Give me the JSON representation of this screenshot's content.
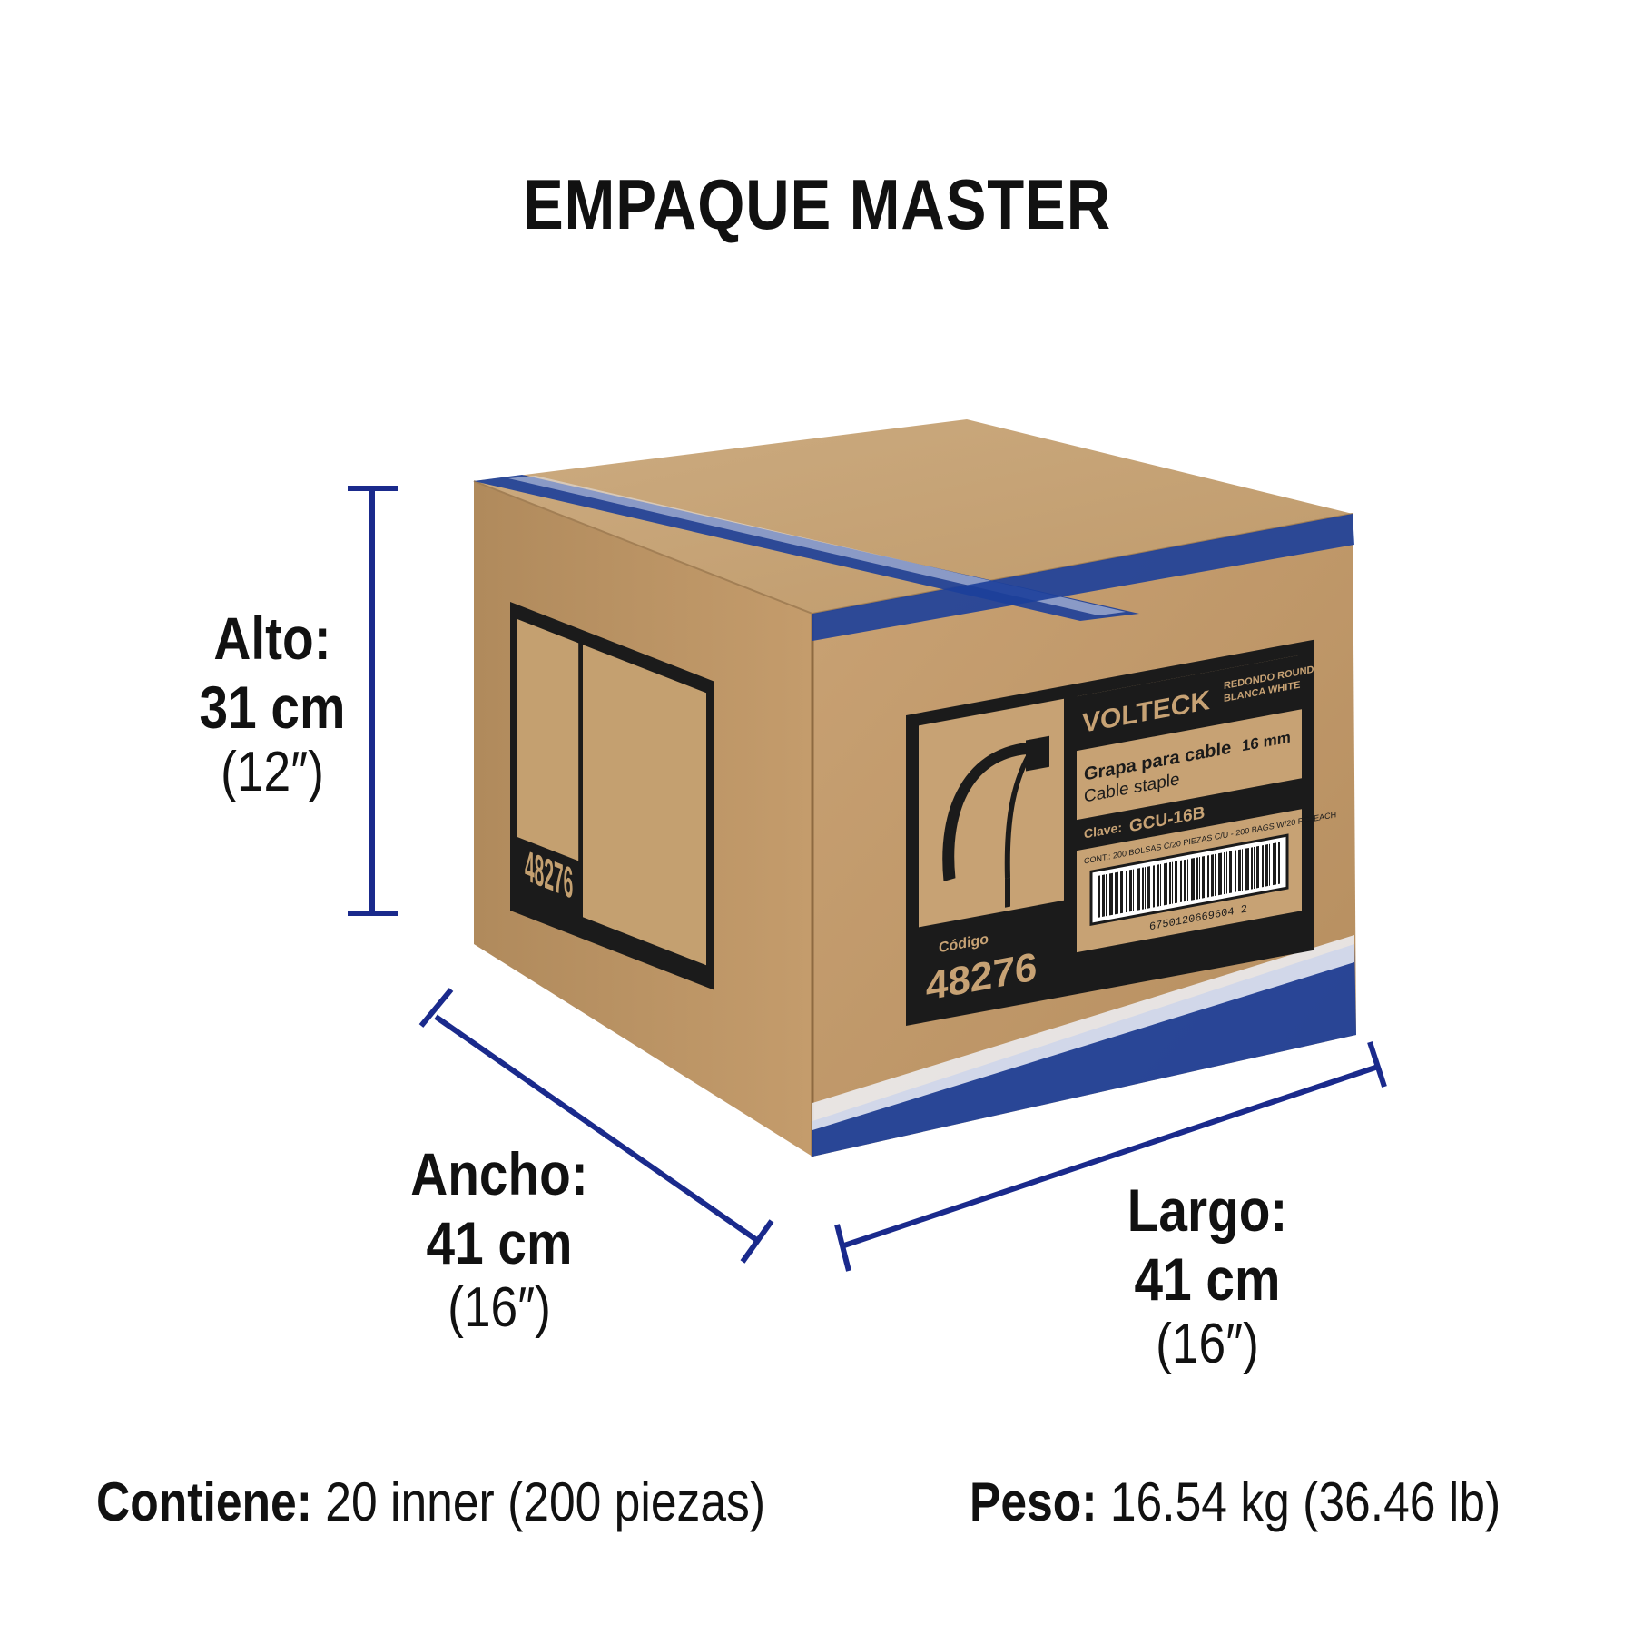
{
  "title": "EMPAQUE MASTER",
  "colors": {
    "dimension_line": "#1a2a8c",
    "cardboard": "#c19a6b",
    "tape": "#1c3f9a",
    "label": "#1b1b1b"
  },
  "dimensions": {
    "alto": {
      "label": "Alto:",
      "metric": "31 cm",
      "imperial": "(12″)"
    },
    "ancho": {
      "label": "Ancho:",
      "metric": "41 cm",
      "imperial": "(16″)"
    },
    "largo": {
      "label": "Largo:",
      "metric": "41 cm",
      "imperial": "(16″)"
    }
  },
  "box_label": {
    "brand": "VOLTECK",
    "variant_top": "REDONDO ROUND",
    "variant_bottom": "BLANCA WHITE",
    "product_es": "Grapa para cable",
    "product_en": "Cable staple",
    "size": "16 mm",
    "clave_label": "Clave:",
    "clave": "GCU-16B",
    "contents": "CONT.: 200 BOLSAS C/20 PIEZAS C/U - 200 BAGS W/20 PC. EACH",
    "barcode_number": "6750120669604 2",
    "codigo_label": "Código",
    "codigo": "48276"
  },
  "footer": {
    "contiene_label": "Contiene:",
    "contiene_value": "20 inner (200 piezas)",
    "peso_label": "Peso:",
    "peso_value": "16.54 kg (36.46 lb)"
  }
}
